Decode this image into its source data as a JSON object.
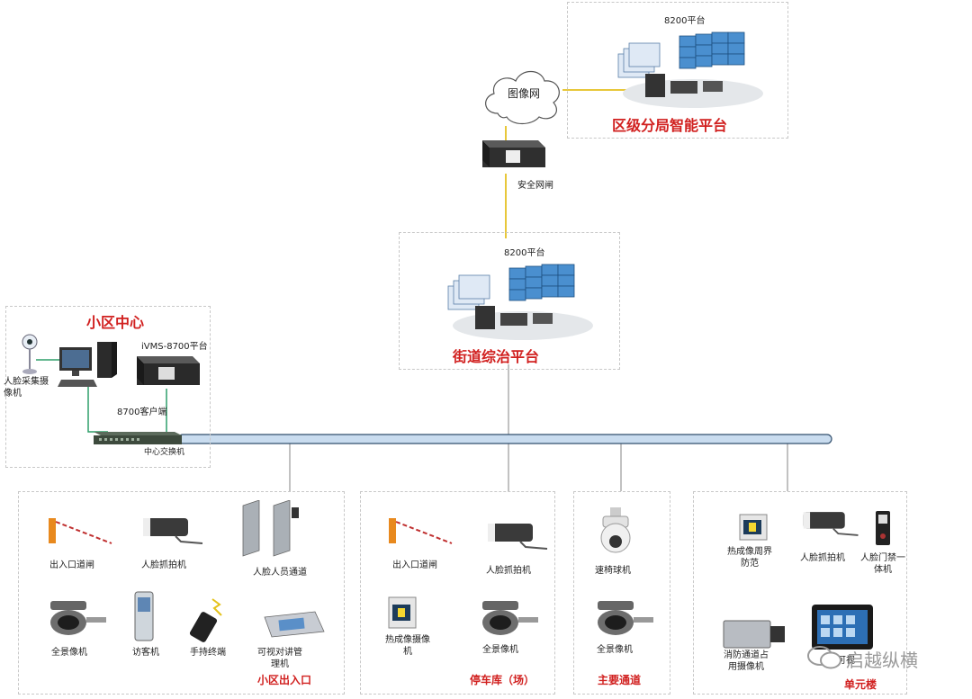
{
  "top_platform": {
    "header": "8200平台",
    "title": "区级分局智能平台"
  },
  "cloud": {
    "label": "图像网"
  },
  "gateway": {
    "label": "安全网闸"
  },
  "street_platform": {
    "header": "8200平台",
    "title": "街道综治平台"
  },
  "center": {
    "title": "小区中心",
    "face_camera": "人脸采集摄\n像机",
    "server": "iVMS-8700平台",
    "client": "8700客户端",
    "switch": "中心交换机"
  },
  "entrance": {
    "title": "小区出入口",
    "items": [
      "出入口道闸",
      "人脸抓拍机",
      "人脸人员通道",
      "全景像机",
      "访客机",
      "手持终端",
      "可视对讲管\n理机"
    ]
  },
  "parking": {
    "title": "停车库（场）",
    "items": [
      "出入口道闸",
      "人脸抓拍机",
      "热成像摄像\n机",
      "全景像机"
    ]
  },
  "road": {
    "title": "主要通道",
    "items": [
      "速椅球机",
      "全景像机"
    ]
  },
  "building": {
    "title": "单元楼",
    "items": [
      "热成像周界\n防范",
      "人脸抓拍机",
      "人脸门禁一\n体机",
      "消防通道占\n用摄像机",
      "可视"
    ]
  },
  "watermark": "启越纵横",
  "colors": {
    "accent": "#d1201f",
    "backbone": "#c9dcef",
    "link": "#e8c73a",
    "lan": "#2e9f6a"
  }
}
